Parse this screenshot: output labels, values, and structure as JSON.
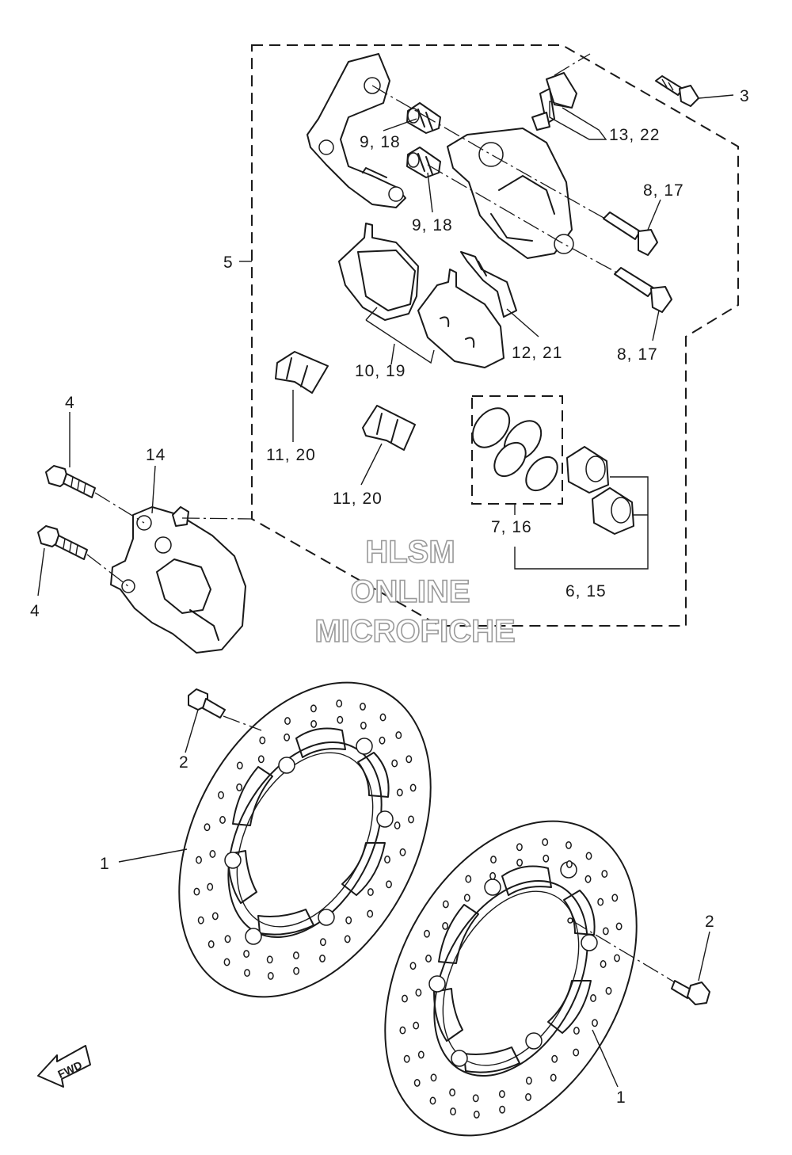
{
  "watermark": {
    "line1": "HLSM",
    "line2": "ONLINE",
    "line3": "MICROFICHE"
  },
  "direction_indicator": {
    "label": "FWD"
  },
  "callouts": [
    {
      "id": "c-3",
      "text": "3"
    },
    {
      "id": "c-13-22",
      "text": "13, 22"
    },
    {
      "id": "c-9-18-a",
      "text": "9, 18"
    },
    {
      "id": "c-9-18-b",
      "text": "9, 18"
    },
    {
      "id": "c-8-17-a",
      "text": "8, 17"
    },
    {
      "id": "c-8-17-b",
      "text": "8, 17"
    },
    {
      "id": "c-5",
      "text": "5"
    },
    {
      "id": "c-12-21",
      "text": "12, 21"
    },
    {
      "id": "c-10-19",
      "text": "10, 19"
    },
    {
      "id": "c-11-20-a",
      "text": "11, 20"
    },
    {
      "id": "c-11-20-b",
      "text": "11, 20"
    },
    {
      "id": "c-7-16",
      "text": "7, 16"
    },
    {
      "id": "c-6-15",
      "text": "6, 15"
    },
    {
      "id": "c-4-a",
      "text": "4"
    },
    {
      "id": "c-4-b",
      "text": "4"
    },
    {
      "id": "c-14",
      "text": "14"
    },
    {
      "id": "c-2-a",
      "text": "2"
    },
    {
      "id": "c-2-b",
      "text": "2"
    },
    {
      "id": "c-1-a",
      "text": "1"
    },
    {
      "id": "c-1-b",
      "text": "1"
    }
  ]
}
